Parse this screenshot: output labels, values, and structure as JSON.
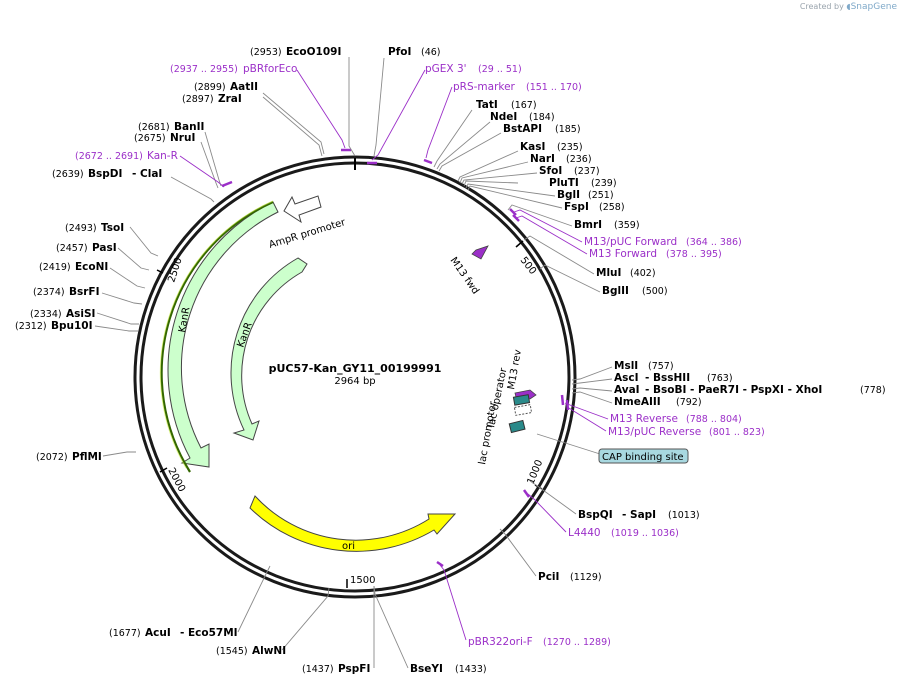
{
  "watermark": {
    "prefix": "Created by",
    "brand": "SnapGene"
  },
  "plasmid": {
    "name": "pUC57-Kan_GY11_00199991",
    "size_label": "2964 bp",
    "length": 2964
  },
  "ticks": [
    "500",
    "1000",
    "1500",
    "2000",
    "2500"
  ],
  "features": [
    {
      "name": "KanR",
      "label": "KanR",
      "color": "#ccffcc"
    },
    {
      "name": "KanR",
      "label": "KanR",
      "color": "#ccffcc"
    },
    {
      "name": "AmpR promoter",
      "label": "AmpR promoter",
      "color": "#ffffff"
    },
    {
      "name": "ori",
      "label": "ori",
      "color": "#ffff00"
    },
    {
      "name": "M13 fwd",
      "label": "M13 fwd",
      "color": "#9b2fc8"
    },
    {
      "name": "M13 rev",
      "label": "M13 rev",
      "color": "#9b2fc8"
    },
    {
      "name": "lac operator",
      "label": "lac operator",
      "color": "#ffffff"
    },
    {
      "name": "lac promoter",
      "label": "lac promoter",
      "color": "#2a8a8a"
    },
    {
      "name": "CAP binding site",
      "label": "CAP binding site",
      "color": "#a8d8e0"
    }
  ],
  "enzymes": [
    {
      "pos": "(46)",
      "name": "PfoI"
    },
    {
      "pos": "(2953)",
      "name": "EcoO109I"
    },
    {
      "pos": "(2899)",
      "name": "AatII"
    },
    {
      "pos": "(2897)",
      "name": "ZraI"
    },
    {
      "pos": "(2681)",
      "name": "BanII"
    },
    {
      "pos": "(2675)",
      "name": "NruI"
    },
    {
      "pos": "(2639)",
      "name": "BspDI",
      "alt": "- ClaI"
    },
    {
      "pos": "(167)",
      "name": "TatI"
    },
    {
      "pos": "(184)",
      "name": "NdeI"
    },
    {
      "pos": "(185)",
      "name": "BstAPI"
    },
    {
      "pos": "(235)",
      "name": "KasI"
    },
    {
      "pos": "(236)",
      "name": "NarI"
    },
    {
      "pos": "(237)",
      "name": "SfoI"
    },
    {
      "pos": "(239)",
      "name": "PluTI"
    },
    {
      "pos": "(251)",
      "name": "BglI"
    },
    {
      "pos": "(258)",
      "name": "FspI"
    },
    {
      "pos": "(359)",
      "name": "BmrI"
    },
    {
      "pos": "(402)",
      "name": "MluI"
    },
    {
      "pos": "(500)",
      "name": "BglII"
    },
    {
      "pos": "(757)",
      "name": "MslI"
    },
    {
      "pos": "(763)",
      "name": "AscI",
      "alt": "- BssHII"
    },
    {
      "pos": "(778)",
      "name": "AvaI",
      "alt": "- BsoBI - PaeR7I - PspXI - XhoI"
    },
    {
      "pos": "(792)",
      "name": "NmeAIII"
    },
    {
      "pos": "(1013)",
      "name": "BspQI",
      "alt": "- SapI"
    },
    {
      "pos": "(1129)",
      "name": "PciI"
    },
    {
      "pos": "(1433)",
      "name": "BseYI"
    },
    {
      "pos": "(1437)",
      "name": "PspFI"
    },
    {
      "pos": "(1545)",
      "name": "AlwNI"
    },
    {
      "pos": "(1677)",
      "name": "AcuI",
      "alt": "- Eco57MI"
    },
    {
      "pos": "(2072)",
      "name": "PflMI"
    },
    {
      "pos": "(2312)",
      "name": "Bpu10I"
    },
    {
      "pos": "(2334)",
      "name": "AsiSI"
    },
    {
      "pos": "(2374)",
      "name": "BsrFI"
    },
    {
      "pos": "(2419)",
      "name": "EcoNI"
    },
    {
      "pos": "(2457)",
      "name": "PasI"
    },
    {
      "pos": "(2493)",
      "name": "TsoI"
    }
  ],
  "primers": [
    {
      "name": "pBRforEco",
      "range": "(2937 .. 2955)"
    },
    {
      "name": "pGEX 3'",
      "range": "(29 .. 51)"
    },
    {
      "name": "pRS-marker",
      "range": "(151 .. 170)"
    },
    {
      "name": "Kan-R",
      "range": "(2672 .. 2691)"
    },
    {
      "name": "M13/pUC Forward",
      "range": "(364 .. 386)"
    },
    {
      "name": "M13 Forward",
      "range": "(378 .. 395)"
    },
    {
      "name": "M13 Reverse",
      "range": "(788 .. 804)"
    },
    {
      "name": "M13/pUC Reverse",
      "range": "(801 .. 823)"
    },
    {
      "name": "L4440",
      "range": "(1019 .. 1036)"
    },
    {
      "name": "pBR322ori-F",
      "range": "(1270 .. 1289)"
    }
  ]
}
